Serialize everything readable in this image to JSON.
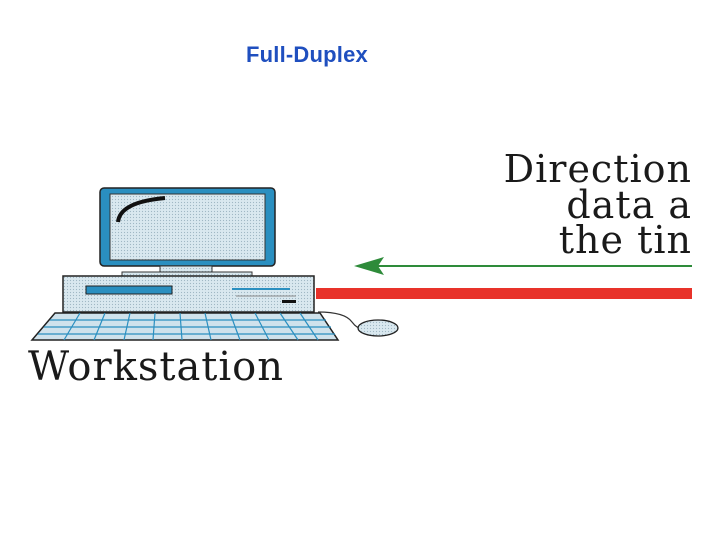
{
  "slide": {
    "title": "Full-Duplex"
  },
  "diagram": {
    "direction_text": [
      "Direction",
      "data a",
      "the tin"
    ],
    "workstation_label": "Workstation",
    "colors": {
      "title": "#1f4fbf",
      "green_arrow": "#2e8b3a",
      "red_line": "#e8322a",
      "monitor_screen": "#1e90c8",
      "computer_body": "#cfe2ec"
    }
  }
}
